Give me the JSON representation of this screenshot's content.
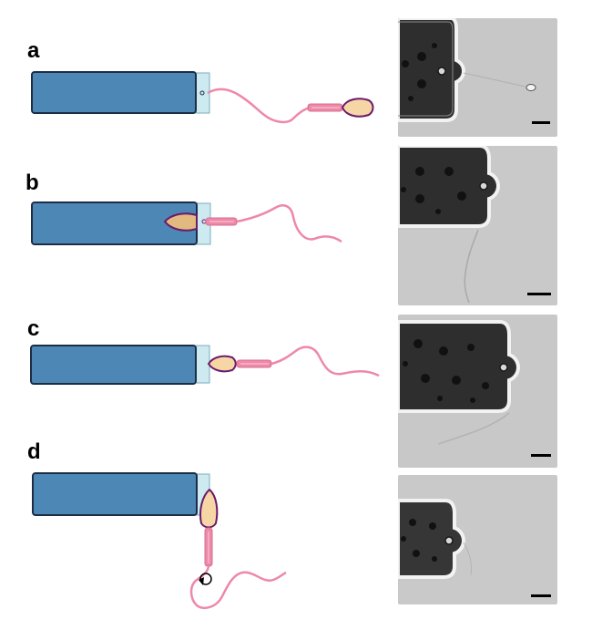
{
  "panels": [
    {
      "label": "a",
      "description_key": "panel-a"
    },
    {
      "label": "b",
      "description_key": "panel-b"
    },
    {
      "label": "c",
      "description_key": "panel-c"
    },
    {
      "label": "d",
      "description_key": "panel-d"
    }
  ],
  "colors": {
    "pipette_body": "#4d87b5",
    "pipette_outline": "#1c2d45",
    "pipette_tip": "#cdeaf0",
    "tail": "#ee88a8",
    "head_fill": "#f5d6a4",
    "head_outline": "#6a1b6a",
    "micrograph_bg": "#c7c7c7",
    "micrograph_dark": "#2c2c2c",
    "scale_bar": "#000000"
  }
}
